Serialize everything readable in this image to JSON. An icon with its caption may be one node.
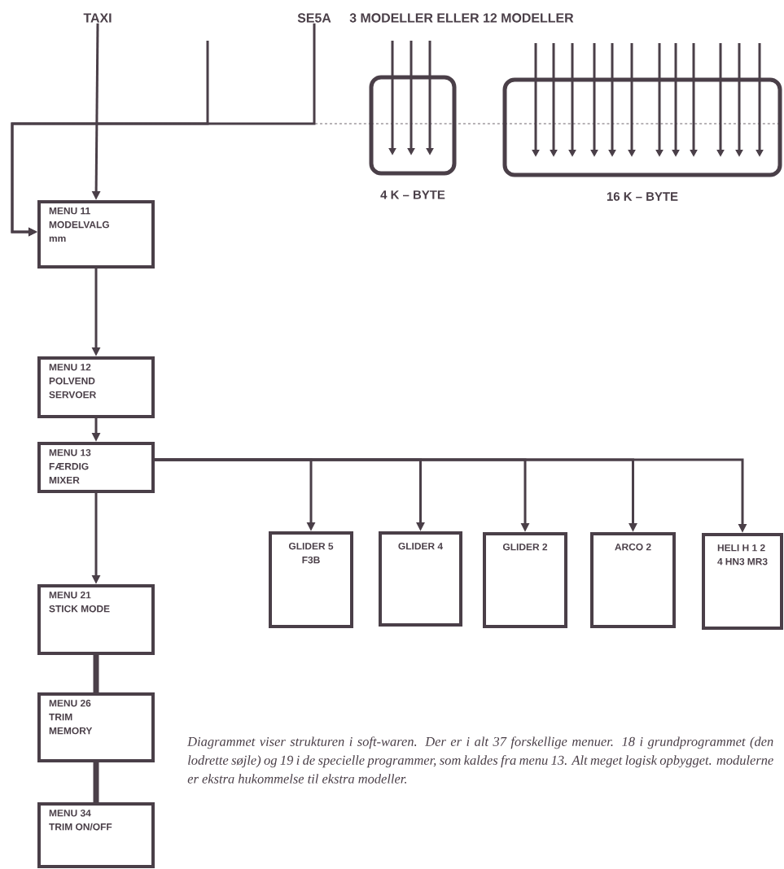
{
  "diagram": {
    "caption": "Diagrammet viser strukturen i soft-waren. Der er i alt 37 forskellige menuer. 18 i grundprogrammet (den lodrette søjle) og 19 i de specielle programmer, som kaldes fra menu 13. Alt meget logisk opbygget. modulerne er ekstra hukommelse til ekstra modeller.",
    "nodes": [
      {
        "text": [
          "TAXI"
        ]
      },
      {
        "text": [
          "SE5A"
        ]
      },
      {
        "text": [
          "4 K – BYTE"
        ]
      },
      {
        "text": [
          "16 K – BYTE"
        ]
      },
      {
        "text": [
          "MENU 11 MODELVALG mm"
        ]
      },
      {
        "text": [
          "MENU 12 POLVEND SERVOER"
        ]
      },
      {
        "text": [
          "MENU 13 FÆRDIG MIXER"
        ]
      },
      {
        "text": [
          "GLIDER 5 F3B"
        ]
      },
      {
        "text": [
          "GLIDER 4"
        ]
      },
      {
        "text": [
          "GLIDER 2"
        ]
      },
      {
        "text": [
          "ARCO 2"
        ]
      },
      {
        "text": [
          "HELI H 1 2 4 HN3 MR3"
        ]
      },
      {
        "text": [
          "MENU 21 STICK MODE"
        ]
      },
      {
        "text": [
          "MENU 26 TRIM MEMORY"
        ]
      },
      {
        "text": [
          "MENU 34 TRIM ON/OFF"
        ]
      }
    ],
    "edges": [
      {
        "from": 0,
        "to": 4,
        "arrow": "to"
      },
      {
        "from": null,
        "to": 4,
        "arrow": "to"
      },
      {
        "from": 1,
        "to": 4,
        "arrow": "to"
      },
      {
        "from": 2,
        "to": 4,
        "arrow": "to",
        "style": "dashed"
      },
      {
        "from": 3,
        "to": 2,
        "arrow": "none",
        "style": "dashed"
      },
      {
        "from": 4,
        "to": 5,
        "arrow": "to"
      },
      {
        "from": 5,
        "to": 6,
        "arrow": "to"
      },
      {
        "from": 6,
        "to": 7,
        "arrow": "to"
      },
      {
        "from": 6,
        "to": 8,
        "arrow": "to"
      },
      {
        "from": 6,
        "to": 9,
        "arrow": "to"
      },
      {
        "from": 6,
        "to": 10,
        "arrow": "to"
      },
      {
        "from": 6,
        "to": 11,
        "arrow": "to"
      },
      {
        "from": 6,
        "to": 12,
        "arrow": "to"
      },
      {
        "from": 12,
        "to": 13,
        "arrow": "none",
        "style": "thick"
      },
      {
        "from": 13,
        "to": 14,
        "arrow": "none",
        "style": "thick"
      }
    ],
    "labels": [
      "3 MODELLER ELLER 12 MODELLER"
    ]
  }
}
